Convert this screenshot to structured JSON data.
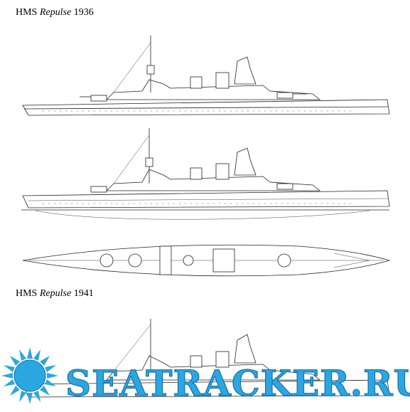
{
  "labels": {
    "profile_1936": {
      "prefix": "HMS ",
      "name": "Repulse",
      "year": " 1936"
    },
    "profile_1941": {
      "prefix": "HMS ",
      "name": "Repulse",
      "year": " 1941"
    }
  },
  "watermark": {
    "text": "SEATRACKER.RU",
    "color": "#2aa7e0"
  },
  "colors": {
    "line": "#222222",
    "background": "#ffffff"
  }
}
